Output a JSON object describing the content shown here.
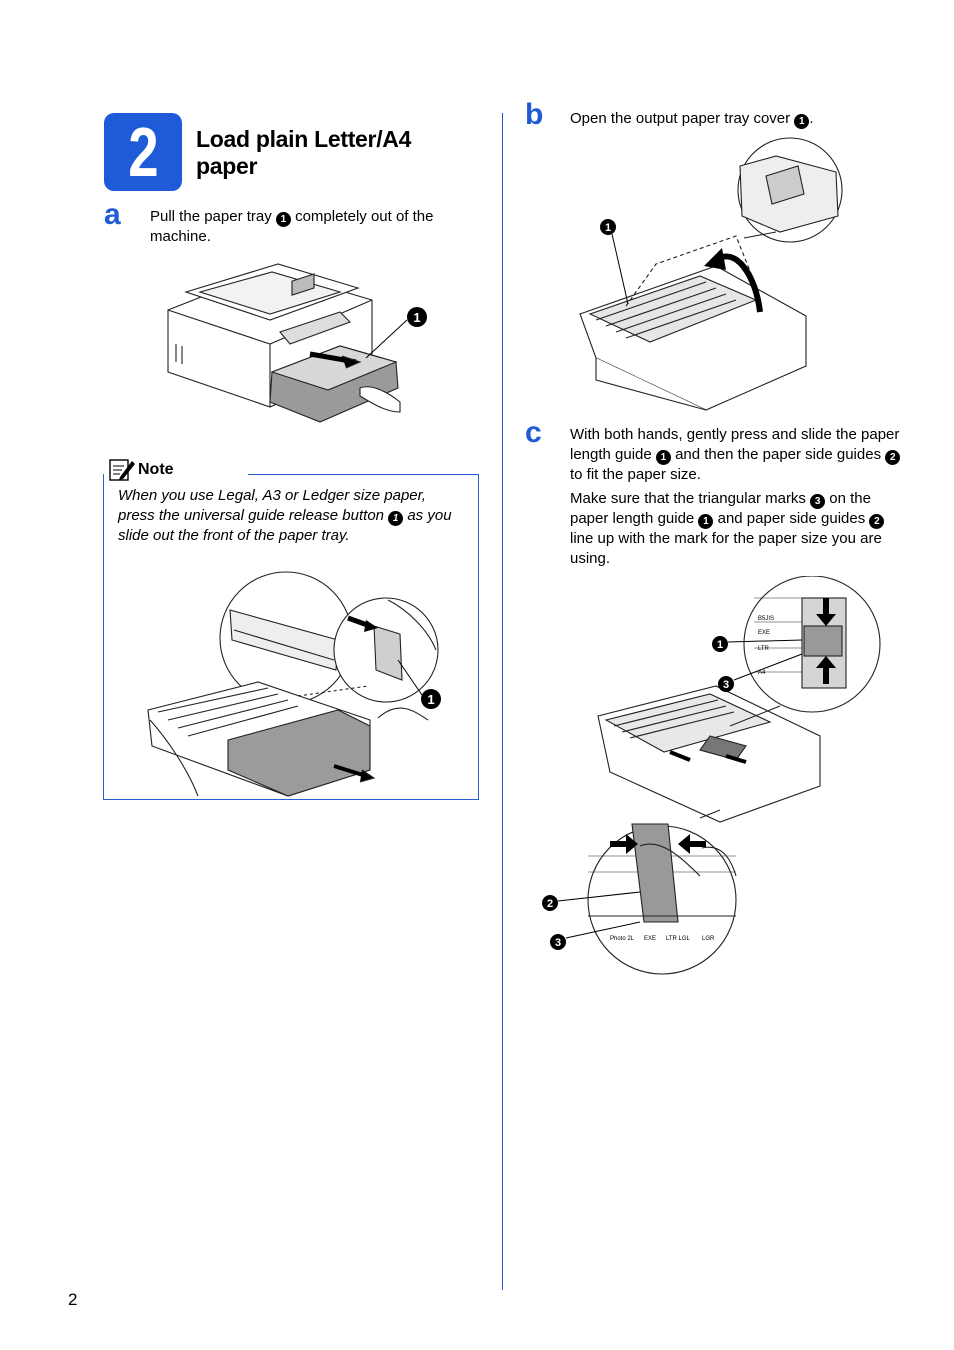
{
  "step": {
    "number": "2",
    "title": "Load plain Letter/A4 paper"
  },
  "step_a": {
    "letter": "a",
    "text_before": "Pull the paper tray ",
    "callout": "1",
    "text_after": " completely out of the machine."
  },
  "note": {
    "label": "Note",
    "text_before": "When you use Legal, A3 or Ledger size paper, press the universal guide release button ",
    "callout": "1",
    "text_after": " as you slide out the front of the paper tray."
  },
  "step_b": {
    "letter": "b",
    "text_before": "Open the output paper tray cover ",
    "callout": "1",
    "text_after": "."
  },
  "step_c": {
    "letter": "c",
    "p1_a": "With both hands, gently press and slide the paper length guide ",
    "p1_c1": "1",
    "p1_b": " and then the paper side guides ",
    "p1_c2": "2",
    "p1_c": " to fit the paper size.",
    "p2_a": "Make sure that the triangular marks ",
    "p2_c3": "3",
    "p2_b": " on the paper length guide ",
    "p2_c1": "1",
    "p2_c": " and paper side guides ",
    "p2_c2": "2",
    "p2_d": " line up with the mark for the paper size you are using."
  },
  "figures": {
    "callout_1": "1",
    "callout_2": "2",
    "callout_3": "3",
    "tray_marks": [
      "B5JIS",
      "EXE",
      "LTR",
      "A4"
    ],
    "side_marks": [
      "Photo 2L",
      "EXE",
      "LTR LGL",
      "LGR"
    ]
  },
  "page_number": "2"
}
